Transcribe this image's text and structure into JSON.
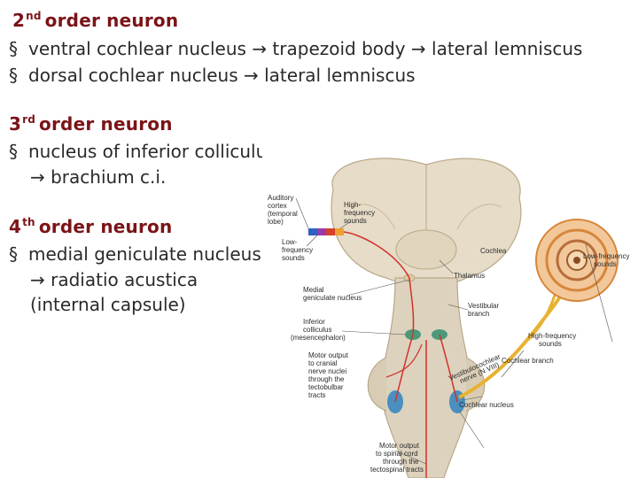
{
  "sections": {
    "second": {
      "order_num": "2",
      "order_sup": "nd",
      "order_rest": "order neuron",
      "bullet1": "ventral cochlear nucleus → trapezoid body → lateral lemniscus",
      "bullet2": "dorsal cochlear nucleus → lateral lemniscus"
    },
    "third": {
      "order_num": "3",
      "order_sup": "rd",
      "order_rest": "order neuron",
      "bullet1": "nucleus of inferior colliculus",
      "bullet1_cont": "→ brachium c.i."
    },
    "fourth": {
      "order_num": "4",
      "order_sup": "th",
      "order_rest": "order neuron",
      "bullet1": "medial geniculate nucleus",
      "bullet1_cont1": "→ radiatio acustica",
      "bullet1_cont2": "(internal capsule)"
    }
  },
  "bullet_symbol": "§",
  "figure": {
    "labels": {
      "auditory_cortex_1": "Auditory",
      "auditory_cortex_2": "cortex",
      "auditory_cortex_3": "(temporal",
      "auditory_cortex_4": "lobe)",
      "high_freq_1": "High-",
      "high_freq_2": "frequency",
      "high_freq_3": "sounds",
      "low_freq_1": "Low-",
      "low_freq_2": "frequency",
      "low_freq_3": "sounds",
      "cochlea": "Cochlea",
      "low_freq_right_1": "Low-frequency",
      "low_freq_right_2": "sounds",
      "thalamus": "Thalamus",
      "medial_gen_1": "Medial",
      "medial_gen_2": "geniculate nucleus",
      "vestibular_1": "Vestibular",
      "vestibular_2": "branch",
      "inferior_coll_1": "Inferior",
      "inferior_coll_2": "colliculus",
      "inferior_coll_3": "(mesencephalon)",
      "high_freq_right_1": "High-frequency",
      "high_freq_right_2": "sounds",
      "motor_cranial_1": "Motor output",
      "motor_cranial_2": "to cranial",
      "motor_cranial_3": "nerve nuclei",
      "motor_cranial_4": "through the",
      "motor_cranial_5": "tectobulbar",
      "motor_cranial_6": "tracts",
      "vestibulocochlear_1": "Vestibulocochlear",
      "vestibulocochlear_2": "nerve (N VIII)",
      "cochlear_branch": "Cochlear branch",
      "cochlear_nucleus": "Cochlear nucleus",
      "motor_spinal_1": "Motor output",
      "motor_spinal_2": "to spinal cord",
      "motor_spinal_3": "through the",
      "motor_spinal_4": "tectospinal tracts"
    },
    "colors": {
      "brain": "#e6dcc8",
      "brain_outline": "#b8a888",
      "stem": "#ddd2bd",
      "pathway": "#d2312b",
      "nerve": "#e8b230",
      "cochlea": "#d7863a",
      "nucleus_green": "#4a9a7a",
      "nucleus_blue": "#4a8fc0"
    }
  }
}
